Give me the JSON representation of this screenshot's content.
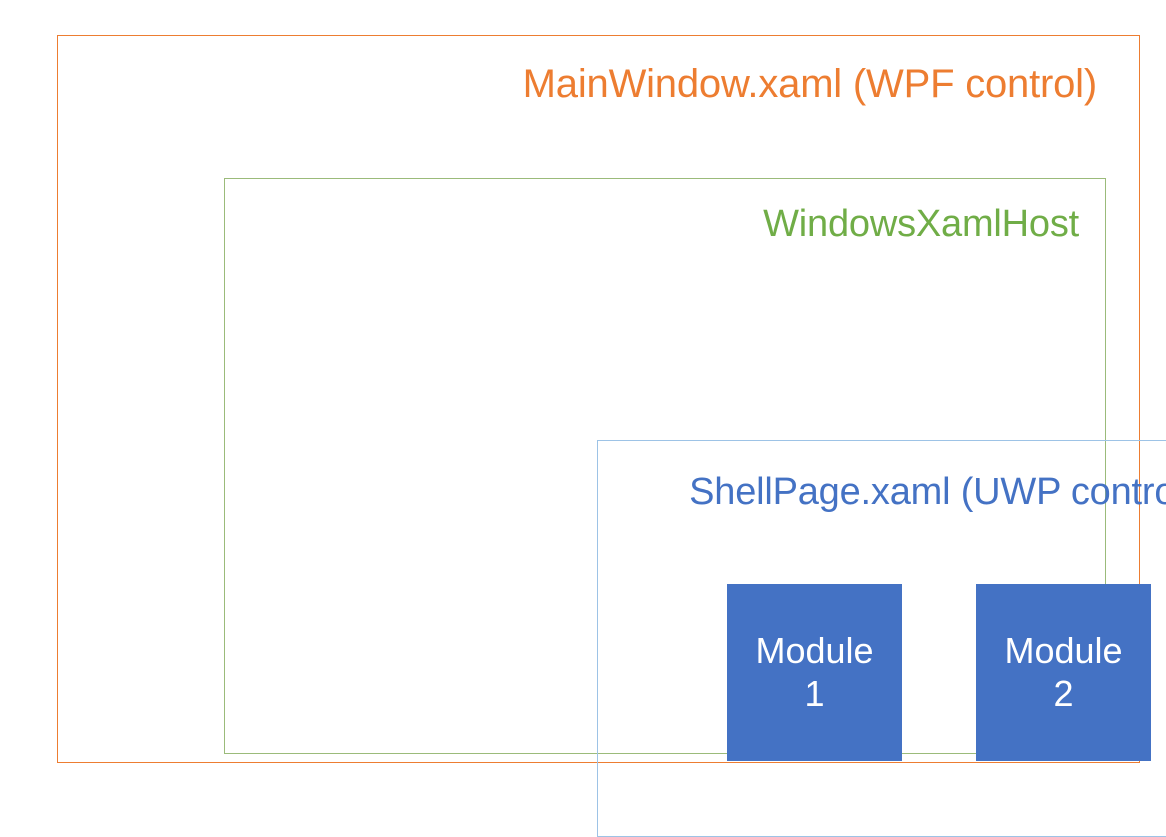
{
  "diagram": {
    "type": "nested-layers",
    "background": "#FFFFFF",
    "layers": [
      {
        "id": "wpf",
        "title": "MainWindow.xaml (WPF control)",
        "border_color": "#ED7D31",
        "text_color": "#ED7D31"
      },
      {
        "id": "xamlhost",
        "title": "WindowsXamlHost",
        "border_color": "#9BBB7A",
        "text_color": "#70AD47"
      },
      {
        "id": "shellpage",
        "title": "ShellPage.xaml (UWP control)",
        "border_color": "#9DC3E6",
        "text_color": "#4472C4"
      }
    ],
    "modules": [
      {
        "id": "module-1",
        "name_line_1": "Module",
        "name_line_2": "1",
        "fill_color": "#4472C4",
        "text_color": "#FFFFFF"
      },
      {
        "id": "module-2",
        "name_line_1": "Module",
        "name_line_2": "2",
        "fill_color": "#4472C4",
        "text_color": "#FFFFFF"
      }
    ]
  }
}
